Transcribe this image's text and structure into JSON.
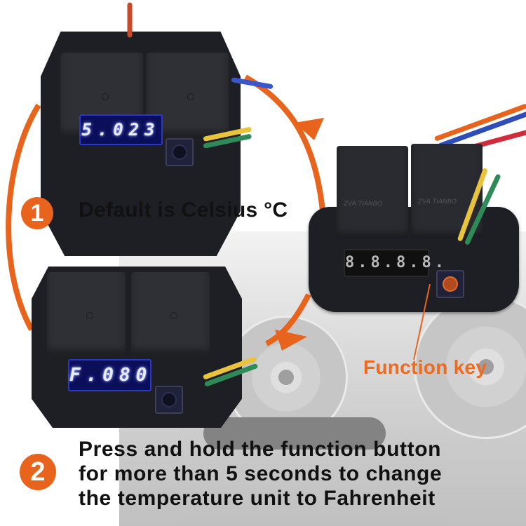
{
  "step1": {
    "number": "1",
    "text": "Default is Celsius °C"
  },
  "step2": {
    "number": "2",
    "lines": [
      "Press and hold the function button",
      "for more than 5 seconds to change",
      "the temperature unit to Fahrenheit"
    ]
  },
  "callout": {
    "label": "Function key"
  },
  "displays": {
    "celsius_module": "5.023",
    "center_module": "8.8.8.8.",
    "fahrenheit_module": "F.080"
  },
  "relays": {
    "brand_label": "ZVA TIANBO"
  },
  "colors": {
    "accent_orange": "#e8641c",
    "label_orange": "#ef6a1f",
    "lcd_blue_glow": "#2a37c8",
    "text_dark": "#111111"
  }
}
